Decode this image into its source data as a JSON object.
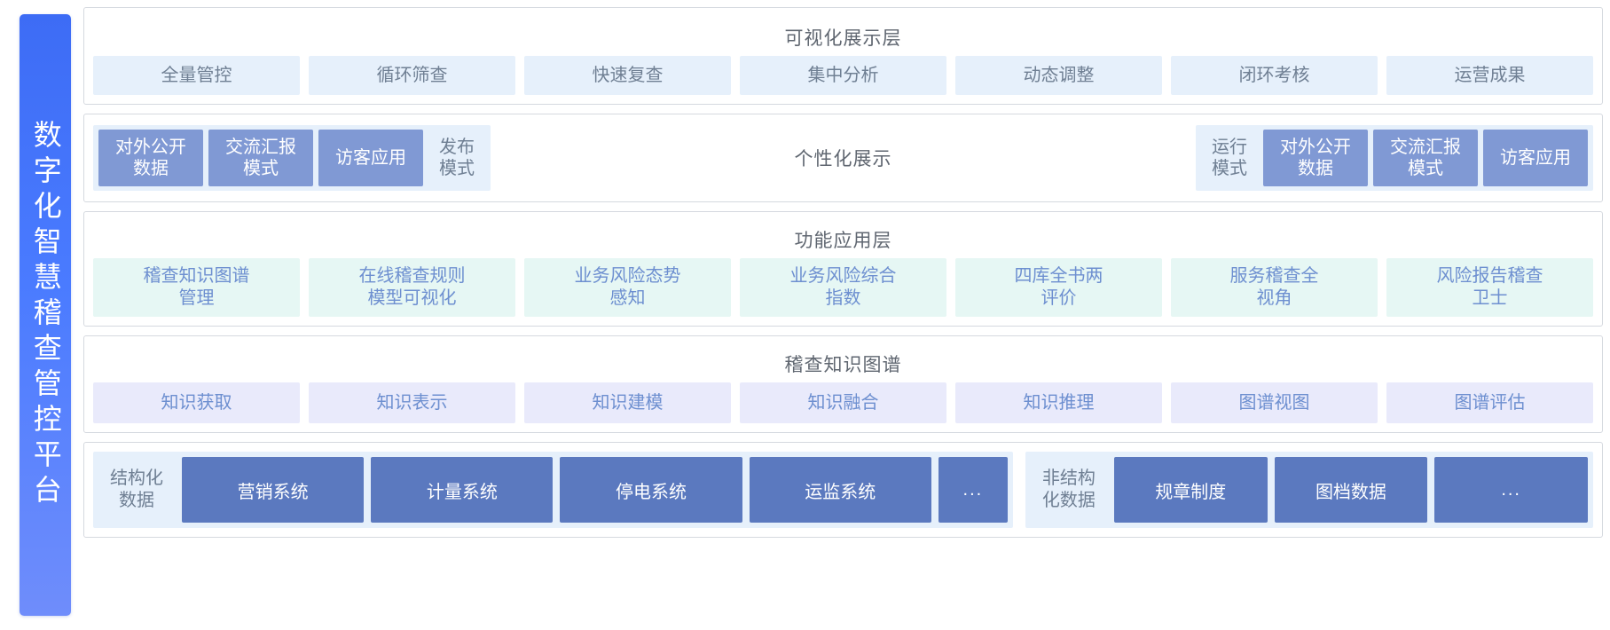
{
  "platform": {
    "title": "数字化智慧稽查管控平台"
  },
  "theme": {
    "banner_gradient_start": "#3d6cf5",
    "banner_gradient_end": "#6f8dfb",
    "chip_visualization_bg": "#e6f0fb",
    "chip_function_bg": "#e6f7f4",
    "chip_knowledge_bg": "#e9eafb",
    "chip_solid_light_bg": "#8099d4",
    "chip_solid_dark_bg": "#5b79bf",
    "title_text_color": "#5f6670",
    "chip_text_color": "#6d8fd0"
  },
  "layers": {
    "visualization": {
      "title": "可视化展示层",
      "chips": [
        "全量管控",
        "循环筛查",
        "快速复查",
        "集中分析",
        "动态调整",
        "闭环考核",
        "运营成果"
      ]
    },
    "personalized": {
      "center_title": "个性化展示",
      "left_group": [
        {
          "label": "对外公开\n数据",
          "style": "solid"
        },
        {
          "label": "交流汇报\n模式",
          "style": "solid"
        },
        {
          "label": "访客应用",
          "style": "solid"
        },
        {
          "label": "发布\n模式",
          "style": "ghost"
        }
      ],
      "right_group": [
        {
          "label": "运行\n模式",
          "style": "ghost"
        },
        {
          "label": "对外公开\n数据",
          "style": "solid"
        },
        {
          "label": "交流汇报\n模式",
          "style": "solid"
        },
        {
          "label": "访客应用",
          "style": "solid"
        }
      ]
    },
    "function": {
      "title": "功能应用层",
      "chips": [
        "稽查知识图谱\n管理",
        "在线稽查规则\n模型可视化",
        "业务风险态势\n感知",
        "业务风险综合\n指数",
        "四库全书两\n评价",
        "服务稽查全\n视角",
        "风险报告稽查\n卫士"
      ]
    },
    "knowledge": {
      "title": "稽查知识图谱",
      "chips": [
        "知识获取",
        "知识表示",
        "知识建模",
        "知识融合",
        "知识推理",
        "图谱视图",
        "图谱评估"
      ]
    },
    "data": {
      "structured": {
        "label": "结构化\n数据",
        "chips": [
          "营销系统",
          "计量系统",
          "停电系统",
          "运监系统",
          "..."
        ]
      },
      "unstructured": {
        "label": "非结构\n化数据",
        "chips": [
          "规章制度",
          "图档数据",
          "..."
        ]
      }
    }
  }
}
